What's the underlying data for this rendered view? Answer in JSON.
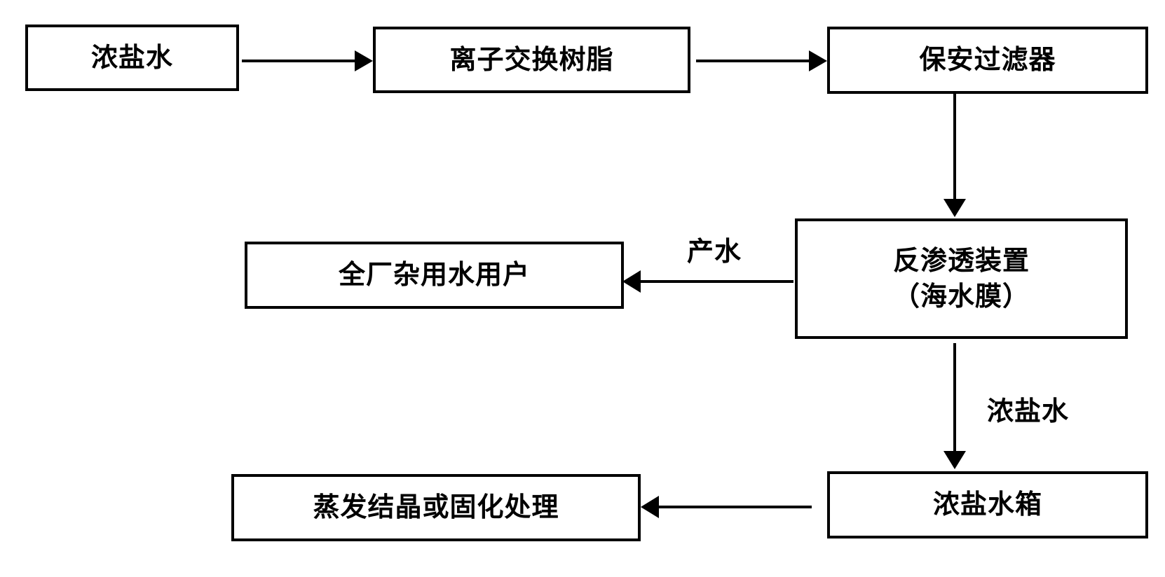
{
  "nodes": {
    "brine_in": "浓盐水",
    "ion_exchange": "离子交换树脂",
    "cartridge_filter": "保安过滤器",
    "ro_unit_line1": "反渗透装置",
    "ro_unit_line2": "（海水膜）",
    "plant_water_users": "全厂杂用水用户",
    "brine_tank": "浓盐水箱",
    "evaporation": "蒸发结晶或固化处理"
  },
  "edges": {
    "product_water": "产水",
    "concentrate": "浓盐水"
  }
}
